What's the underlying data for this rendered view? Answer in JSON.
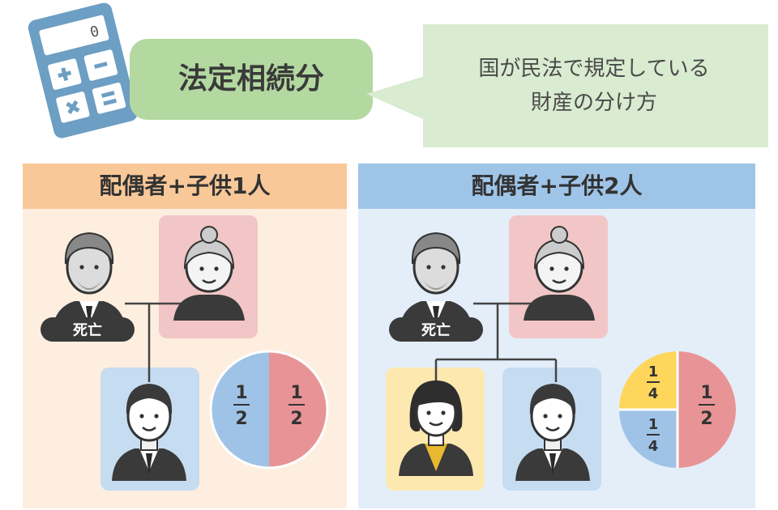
{
  "title": "法定相続分",
  "definition_lines": [
    "国が民法で規定している",
    "財産の分け方"
  ],
  "calculator": {
    "display": "0",
    "keys": [
      "+",
      "−",
      "×",
      "="
    ]
  },
  "deceased_label": "死亡",
  "panels": [
    {
      "heading": "配偶者+子供1人",
      "shares": [
        {
          "holder": "child",
          "value": "1/2",
          "numerator": "1",
          "denominator": "2"
        },
        {
          "holder": "spouse",
          "value": "1/2",
          "numerator": "1",
          "denominator": "2"
        }
      ]
    },
    {
      "heading": "配偶者+子供2人",
      "shares": [
        {
          "holder": "child-1",
          "value": "1/4",
          "numerator": "1",
          "denominator": "4"
        },
        {
          "holder": "child-2",
          "value": "1/4",
          "numerator": "1",
          "denominator": "4"
        },
        {
          "holder": "spouse",
          "value": "1/2",
          "numerator": "1",
          "denominator": "2"
        }
      ]
    }
  ],
  "colors": {
    "spouse": "#e89496",
    "child": "#9fc3e7",
    "daughter": "#ffd65c",
    "panel_left": "#fdeee0",
    "panel_left_head": "#f8c898",
    "panel_right": "#e3eef9",
    "panel_right_head": "#9ec4e8",
    "bubble_green": "#b3d9a0",
    "bubble_light": "#d9ebd0",
    "calculator": "#6d9ec3"
  }
}
